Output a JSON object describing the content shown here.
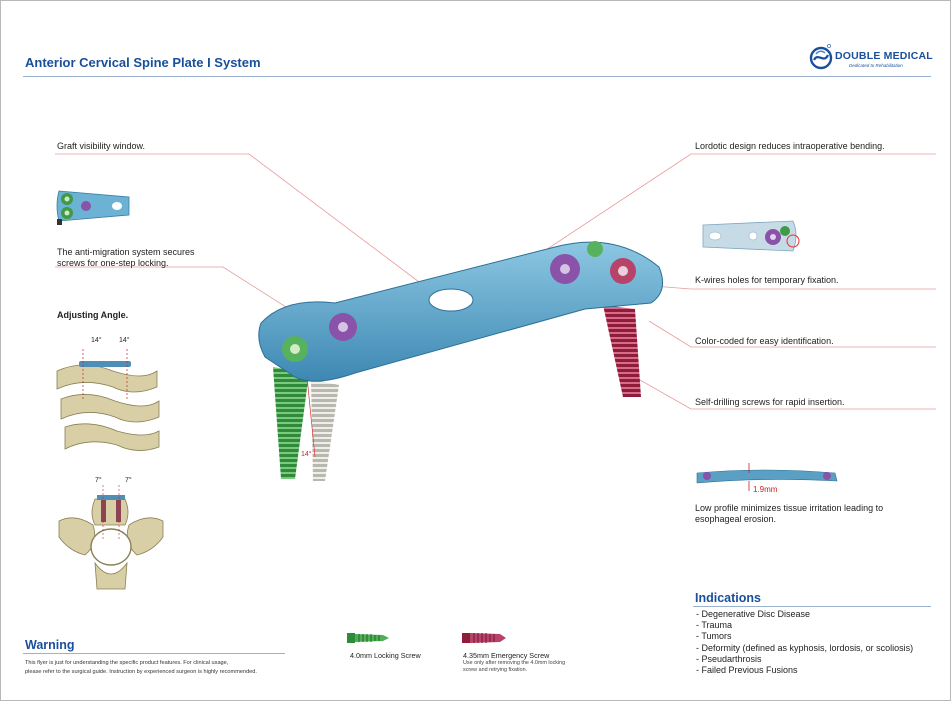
{
  "header": {
    "title": "Anterior Cervical Spine Plate I System",
    "logo": {
      "name": "DOUBLE MEDICAL",
      "tagline": "Dedicated to Rehabilitation",
      "icon": "double-medical-logo-icon"
    }
  },
  "callouts": {
    "graft_window": "Graft visibility window.",
    "anti_migration": [
      "The anti-migration system secures",
      "screws for one-step locking."
    ],
    "adjusting_angle": "Adjusting Angle.",
    "lordotic": "Lordotic design reduces intraoperative bending.",
    "k_wires": "K-wires holes for temporary fixation.",
    "color_coded": "Color-coded for easy identification.",
    "self_drilling": "Self-drilling screws for rapid insertion.",
    "low_profile": [
      "Low profile minimizes tissue irritation leading to",
      "esophageal erosion."
    ]
  },
  "measurements": {
    "angle_14_left": "14°",
    "angle_14_right": "14°",
    "angle_7_left": "7°",
    "angle_7_right": "7°",
    "angle_14_plate": "14°",
    "profile_height": "1.9mm"
  },
  "screws": {
    "locking": {
      "label": "4.0mm Locking Screw",
      "color": "#3f9a45"
    },
    "emergency": {
      "label": "4.35mm Emergency Screw",
      "note": [
        "Use only after removing the 4.0mm locking",
        "screw and retrying fixation."
      ],
      "color": "#b0305a"
    }
  },
  "warning": {
    "title": "Warning",
    "lines": [
      "This flyer is just for understanding the specific product features. For clinical usage,",
      "please refer to the surgical guide. Instruction by experienced surgeon is highly recommended."
    ]
  },
  "indications": {
    "title": "Indications",
    "items": [
      "- Degenerative Disc Disease",
      "- Trauma",
      "- Tumors",
      "- Deformity (defined as kyphosis, lordosis, or scoliosis)",
      "- Pseudarthrosis",
      "- Failed Previous Fusions"
    ]
  },
  "colors": {
    "brand": "#1a4f9c",
    "plate": "#5aa0c4",
    "callout_line": "#e89a9a",
    "locking_screw": "#3f9a45",
    "emergency_screw": "#b0305a"
  }
}
